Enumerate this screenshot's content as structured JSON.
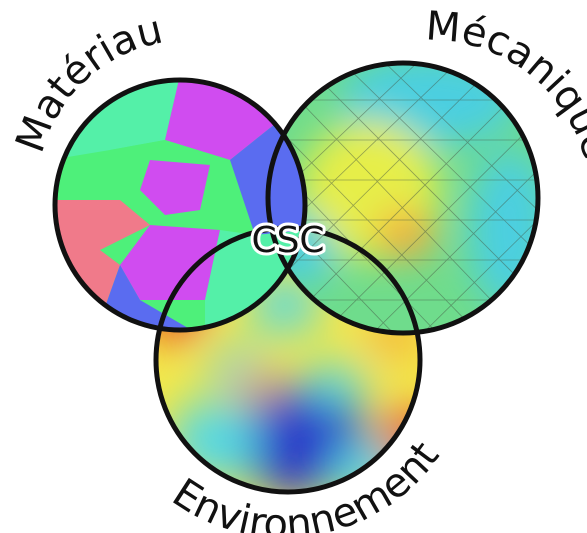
{
  "diagram": {
    "type": "venn",
    "sets": [
      {
        "key": "materiau",
        "label": "Matériau",
        "fill": "materials-microstructure-map"
      },
      {
        "key": "mecanique",
        "label": "Mécanique",
        "fill": "finite-element-mesh-stress-field"
      },
      {
        "key": "environnement",
        "label": "Environnement",
        "fill": "environment-heatmap"
      }
    ],
    "intersection_label": "CSC",
    "colors": {
      "outline": "#111111",
      "text": "#111111",
      "grain_green": "#4ef07a",
      "grain_mint": "#54f0a8",
      "grain_magenta": "#d04cf0",
      "grain_salmon": "#f07a8a",
      "grain_blue": "#5a6cf0",
      "mesh_yellow": "#e6ee4a",
      "mesh_cyan": "#4ccfe0",
      "heat_red": "#e83a1c",
      "heat_yellow": "#f2e84a",
      "heat_cyan": "#52d8e6",
      "heat_blue": "#2a34c8"
    }
  }
}
